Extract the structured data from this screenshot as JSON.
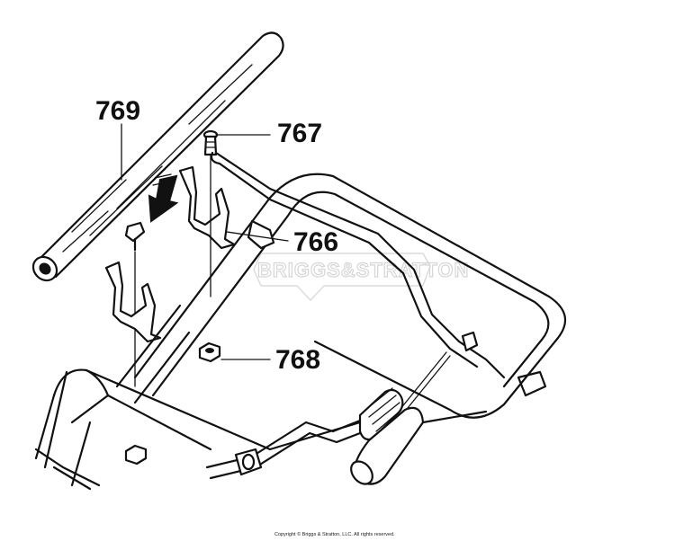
{
  "callouts": {
    "c769": "769",
    "c767": "767",
    "c766": "766",
    "c768": "768"
  },
  "watermark": "BRIGGS&STRATTON",
  "copyright": "Copyright © Briggs & Stratton, LLC. All rights reserved."
}
